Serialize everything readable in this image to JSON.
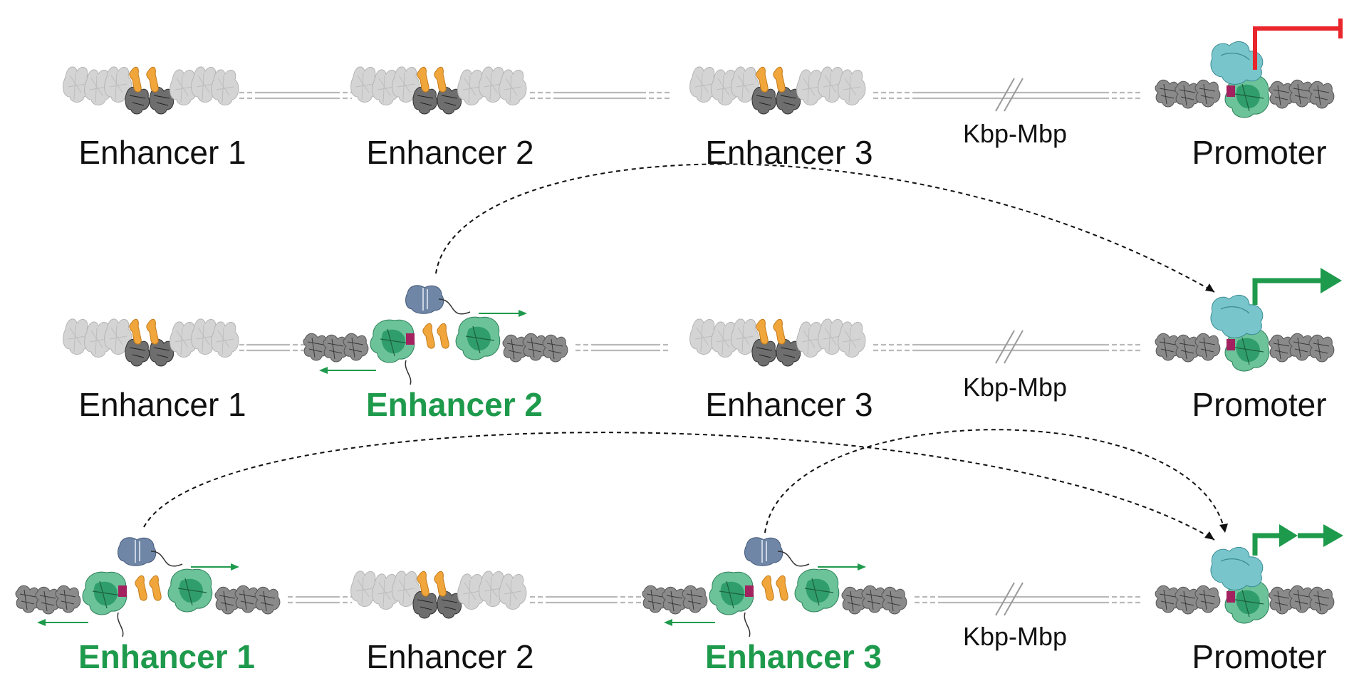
{
  "rows": [
    {
      "enhancers": [
        {
          "label": "Enhancer 1",
          "active": false
        },
        {
          "label": "Enhancer 2",
          "active": false
        },
        {
          "label": "Enhancer 3",
          "active": false
        }
      ],
      "gap_label": "Kbp-Mbp",
      "promoter_label": "Promoter",
      "promoter_state": "repressed"
    },
    {
      "enhancers": [
        {
          "label": "Enhancer 1",
          "active": false
        },
        {
          "label": "Enhancer 2",
          "active": true
        },
        {
          "label": "Enhancer 3",
          "active": false
        }
      ],
      "gap_label": "Kbp-Mbp",
      "promoter_label": "Promoter",
      "promoter_state": "active"
    },
    {
      "enhancers": [
        {
          "label": "Enhancer 1",
          "active": true
        },
        {
          "label": "Enhancer 2",
          "active": false
        },
        {
          "label": "Enhancer 3",
          "active": true
        }
      ],
      "gap_label": "Kbp-Mbp",
      "promoter_label": "Promoter",
      "promoter_state": "enhanced"
    }
  ],
  "colors": {
    "active_label": "#1e9a4c",
    "repressed_symbol": "#e8262b",
    "active_arrow": "#1e9a4c",
    "nucleosome_active": "#7f7f7f",
    "nucleosome_inactive": "#cfcfcf",
    "pioneer_factor": "#f0a63a",
    "coactivator": "#6f86a6",
    "cofactor_green": "#2f9e6c",
    "promoter_complex": "#63bcc4",
    "histone_mark": "#a3215f"
  }
}
